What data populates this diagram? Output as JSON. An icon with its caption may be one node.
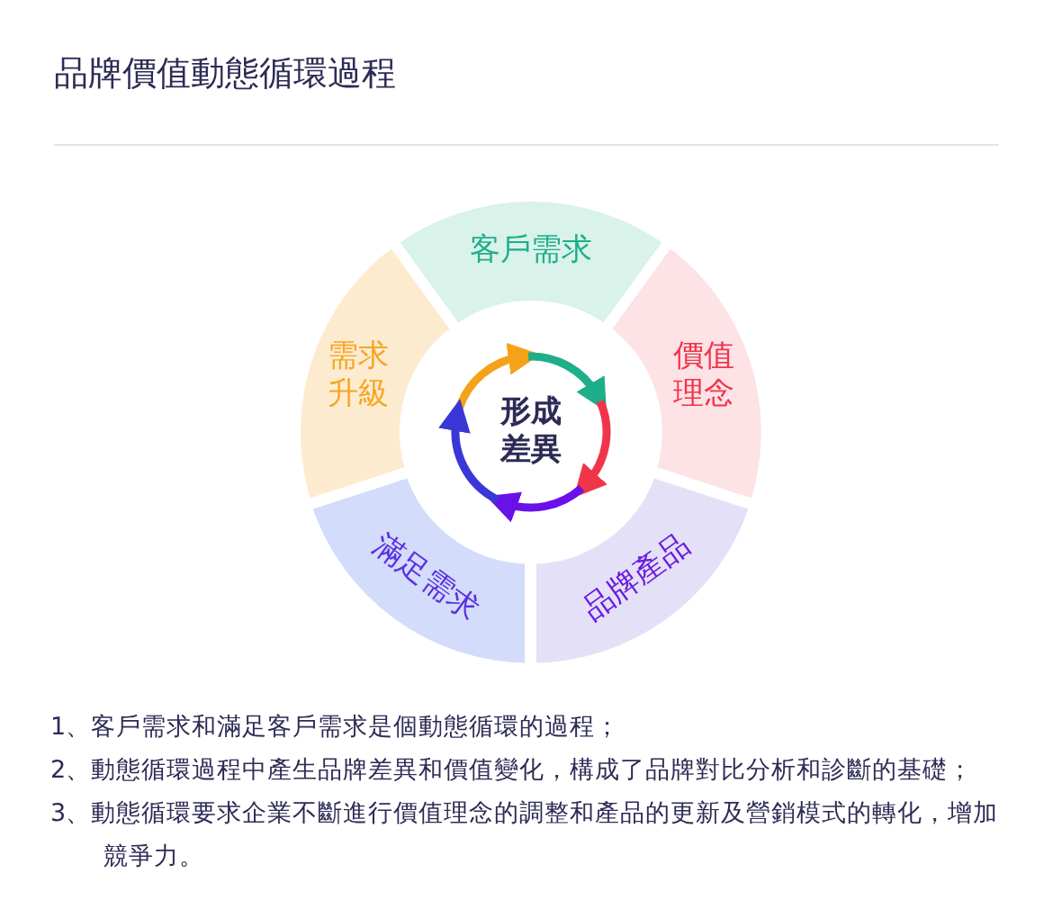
{
  "diagram": {
    "title": "品牌價值動態循環過程",
    "nodes": [
      {
        "text": [
          "客戶需求"
        ]
      },
      {
        "text": [
          "價值理念"
        ]
      },
      {
        "text": [
          "品牌產品"
        ]
      },
      {
        "text": [
          "滿足需求"
        ]
      },
      {
        "text": [
          "需求升級"
        ]
      },
      {
        "text": [
          "形成差異"
        ]
      }
    ],
    "labels": [
      "1、客戶需求和滿足客戶需求是個動態循環的過程；",
      "2、動態循環過程中產生品牌差異和價值變化，構成了品牌對比分析和診斷的基礎；",
      "3、動態循環要求企業不斷進行價值理念的調整和產品的更新及營銷模式的轉化，增加競爭力。"
    ]
  }
}
